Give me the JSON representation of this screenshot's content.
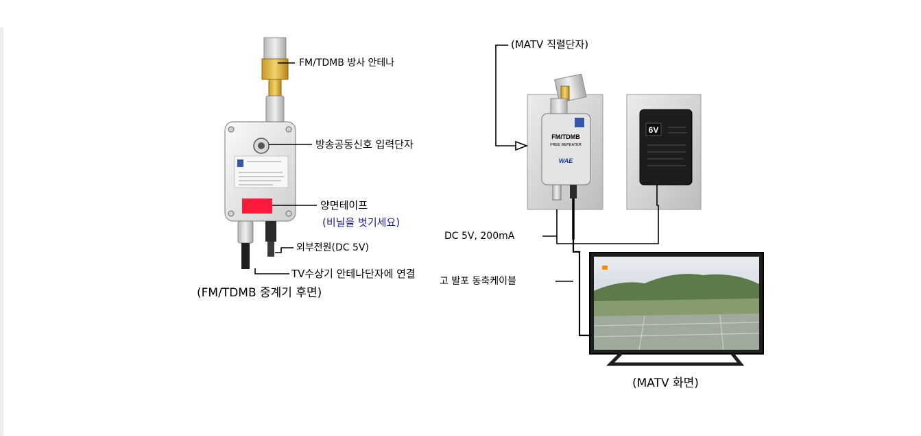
{
  "labels": {
    "antenna": "FM/TDMB 방사 안테나",
    "input_terminal": "방송공동신호 입력단자",
    "tape": "양면테이프",
    "tape_note": "(비닐을 벗기세요)",
    "external_power": "외부전원(DC 5V)",
    "tv_connect": "TV수상기 안테나단자에 연결",
    "repeater_caption": "(FM/TDMB 중계기 후면)",
    "matv_terminal": "(MATV 직렬단자)",
    "dc_power": "DC 5V, 200mA",
    "coax_cable": "고 발포 동축케이블",
    "matv_caption": "(MATV 화면)"
  },
  "device_markings": {
    "repeater_front_line1": "FM/TDMB",
    "repeater_front_line2": "FREE REPEATER",
    "repeater_brand": "WAE",
    "adapter_voltage": "6V"
  },
  "colors": {
    "tape_red": "#ff1a3c",
    "label_blue": "#1a1a8a",
    "device_body": "#e8e8e8",
    "wall_plate": "#d9d9d9"
  }
}
